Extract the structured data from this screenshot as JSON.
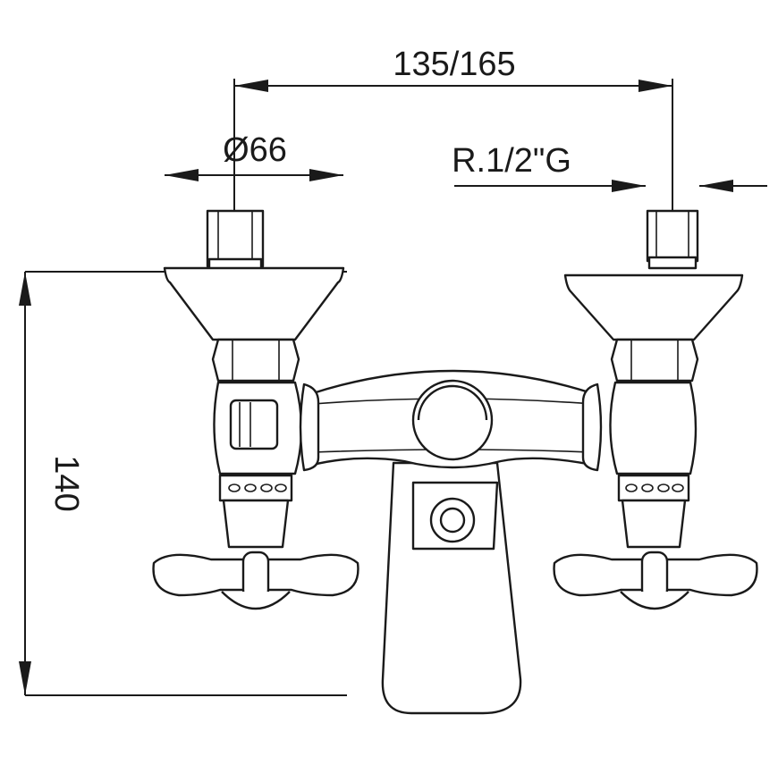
{
  "dimensions": {
    "spacing": "135/165",
    "diameter": "Ø66",
    "thread": "R.1/2\"G",
    "height": "140"
  },
  "colors": {
    "line": "#1a1a1a",
    "background": "#ffffff"
  }
}
